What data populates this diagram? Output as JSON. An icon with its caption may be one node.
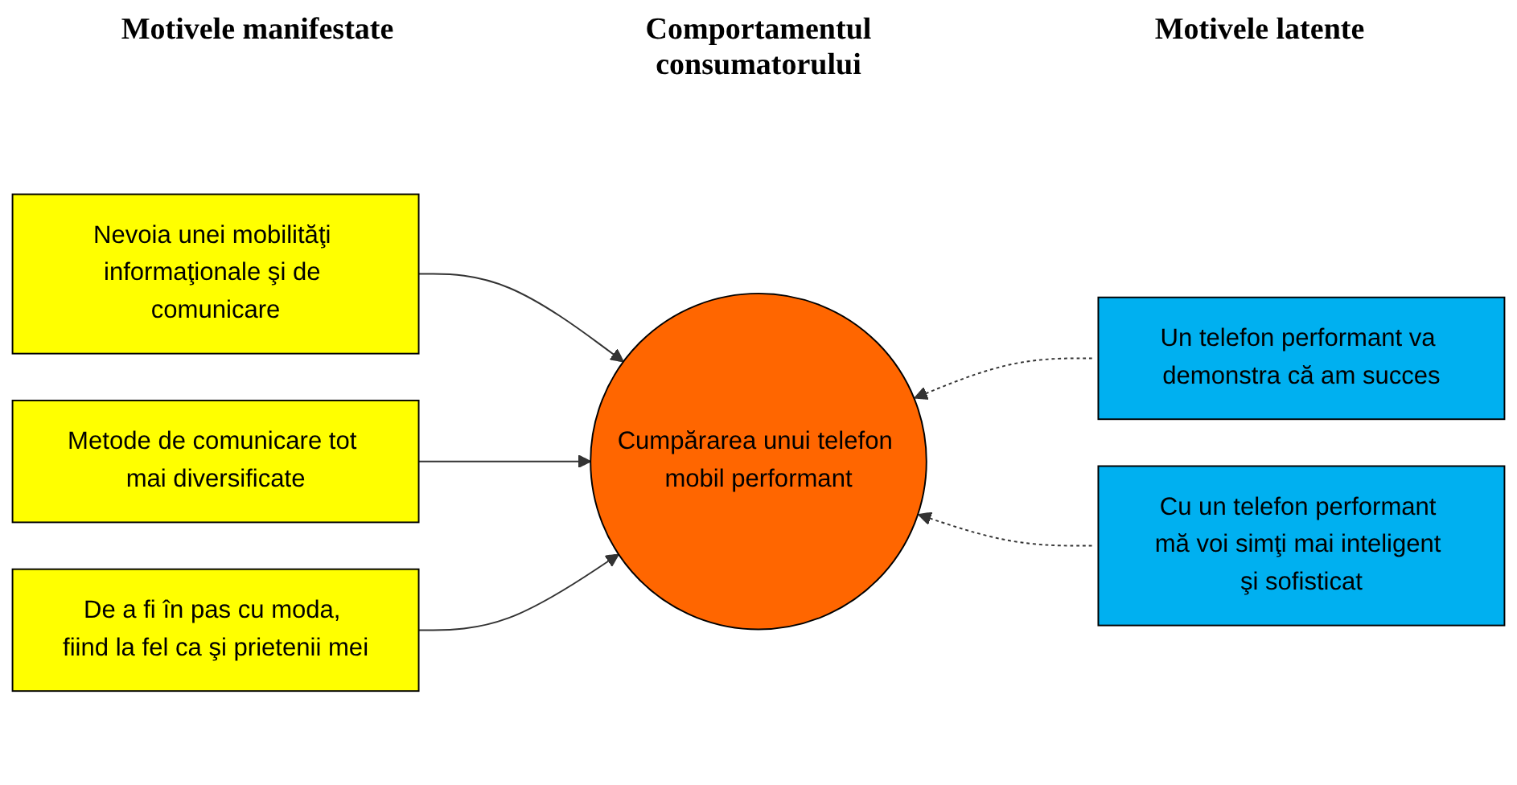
{
  "diagram": {
    "nodes": [
      {
        "text": [
          "Nevoia unei mobilităţi informaţionale şi de comunicare"
        ]
      },
      {
        "text": [
          "Metode de comunicare tot mai diversificate"
        ]
      },
      {
        "text": [
          "De a fi în pas cu moda, fiind la fel ca şi prietenii mei"
        ]
      },
      {
        "text": [
          "Cumpărarea unui telefon mobil performant"
        ]
      },
      {
        "text": [
          "Un telefon performant va demonstra că am succes"
        ]
      },
      {
        "text": [
          "Cu un telefon performant mă voi simţi mai inteligent şi sofisticat"
        ]
      }
    ],
    "edges": [
      {
        "from": 0,
        "to": 3,
        "arrow": "to"
      },
      {
        "from": 1,
        "to": 3,
        "arrow": "to"
      },
      {
        "from": 2,
        "to": 3,
        "arrow": "to"
      },
      {
        "from": 4,
        "to": 3,
        "arrow": "to",
        "style": "dashed"
      },
      {
        "from": 5,
        "to": 3,
        "arrow": "to",
        "style": "dashed"
      }
    ],
    "labels": [
      "Motivele manifestate",
      "Comportamentul consumatorului",
      "Motivele latente"
    ]
  }
}
